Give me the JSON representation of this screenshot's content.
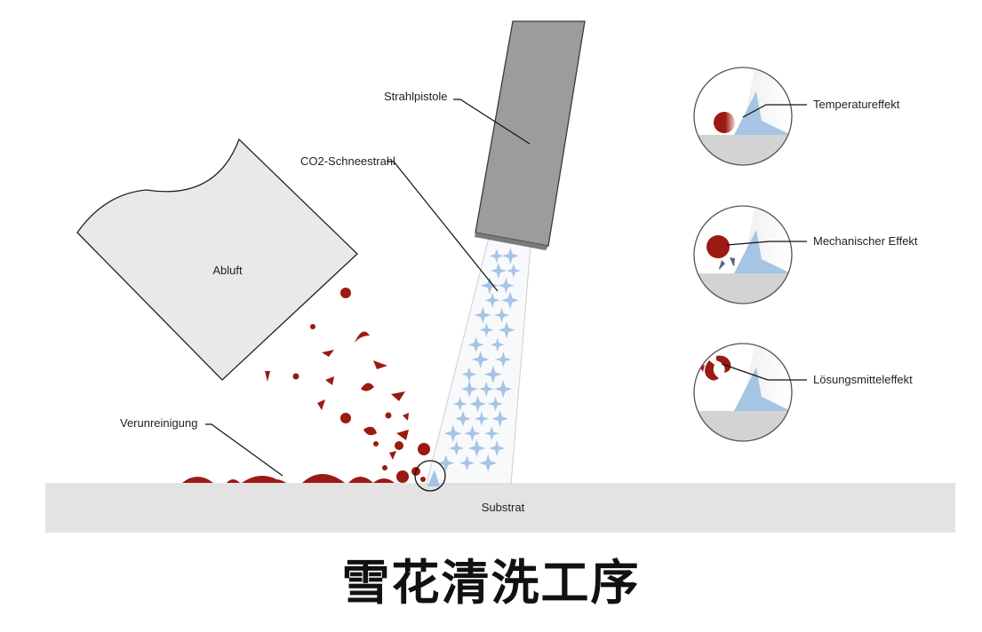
{
  "labels": {
    "strahlpistole": "Strahlpistole",
    "schneestrahl": "CO2-Schneestrahl",
    "abluft": "Abluft",
    "verunreinigung": "Verunreinigung",
    "substrat": "Substrat",
    "temperatureffekt": "Temperatureffekt",
    "mechanischer_effekt": "Mechanischer Effekt",
    "loesungsmitteleffekt": "Lösungsmitteleffekt"
  },
  "caption": "雪花清洗工序",
  "colors": {
    "contaminant": "#9b1a12",
    "snow": "#a6c4e4",
    "gun": "#9c9c9c",
    "hood": "#e9e9e9",
    "substrate": "#e3e3e3"
  },
  "icons": {
    "snow_particle": "four-point-star",
    "contaminant": "dark-red-blob"
  }
}
